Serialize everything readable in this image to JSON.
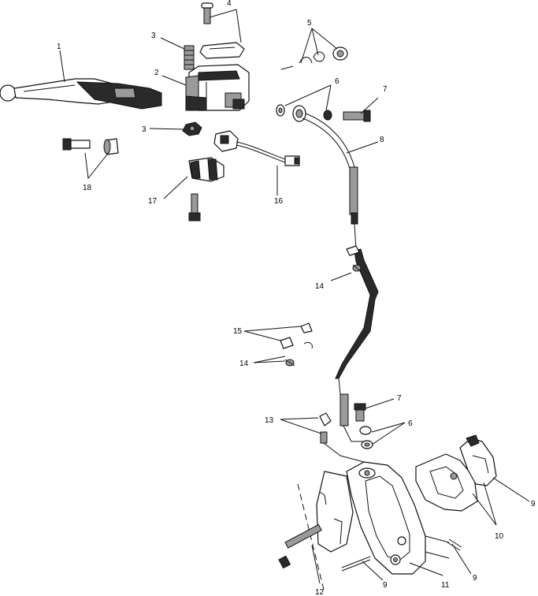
{
  "callouts": {
    "c1": "1",
    "c2": "2",
    "c3a": "3",
    "c3b": "3",
    "c4": "4",
    "c5": "5",
    "c6a": "6",
    "c6b": "6",
    "c7a": "7",
    "c7b": "7",
    "c8": "8",
    "c9a": "9",
    "c9b": "9",
    "c9c": "9",
    "c10": "10",
    "c11": "11",
    "c12": "12",
    "c13": "13",
    "c14a": "14",
    "c14b": "14",
    "c15": "15",
    "c16": "16",
    "c17": "17",
    "c18": "18"
  }
}
